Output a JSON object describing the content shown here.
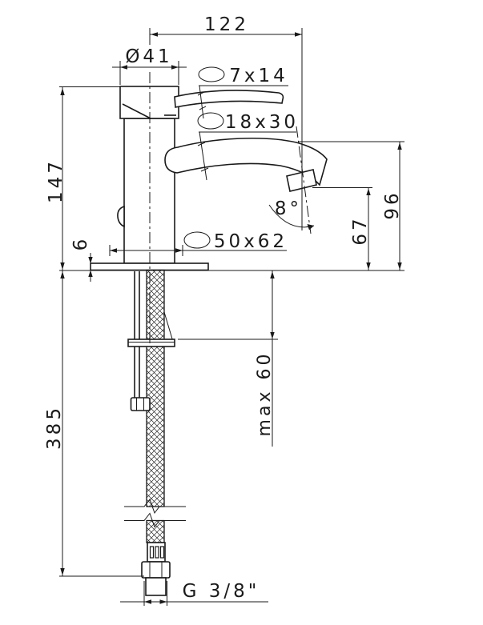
{
  "drawing": {
    "title": "basin mixer faucet dimensional drawing",
    "type": "technical-dimension-drawing",
    "line_color": "#1a1a1a",
    "background_color": "#ffffff",
    "dimensions": {
      "spout_reach": "122",
      "body_diameter": "Ø41",
      "handle_section": "7x14",
      "spout_section": "18x30",
      "base_section": "50x62",
      "deck_to_top": "147",
      "base_plate_thickness": "6",
      "spout_angle": "8°",
      "outlet_height": "67",
      "spout_top_height": "96",
      "max_deck_thickness": "max 60",
      "hose_length": "385",
      "connection_thread": "G 3/8\""
    }
  }
}
